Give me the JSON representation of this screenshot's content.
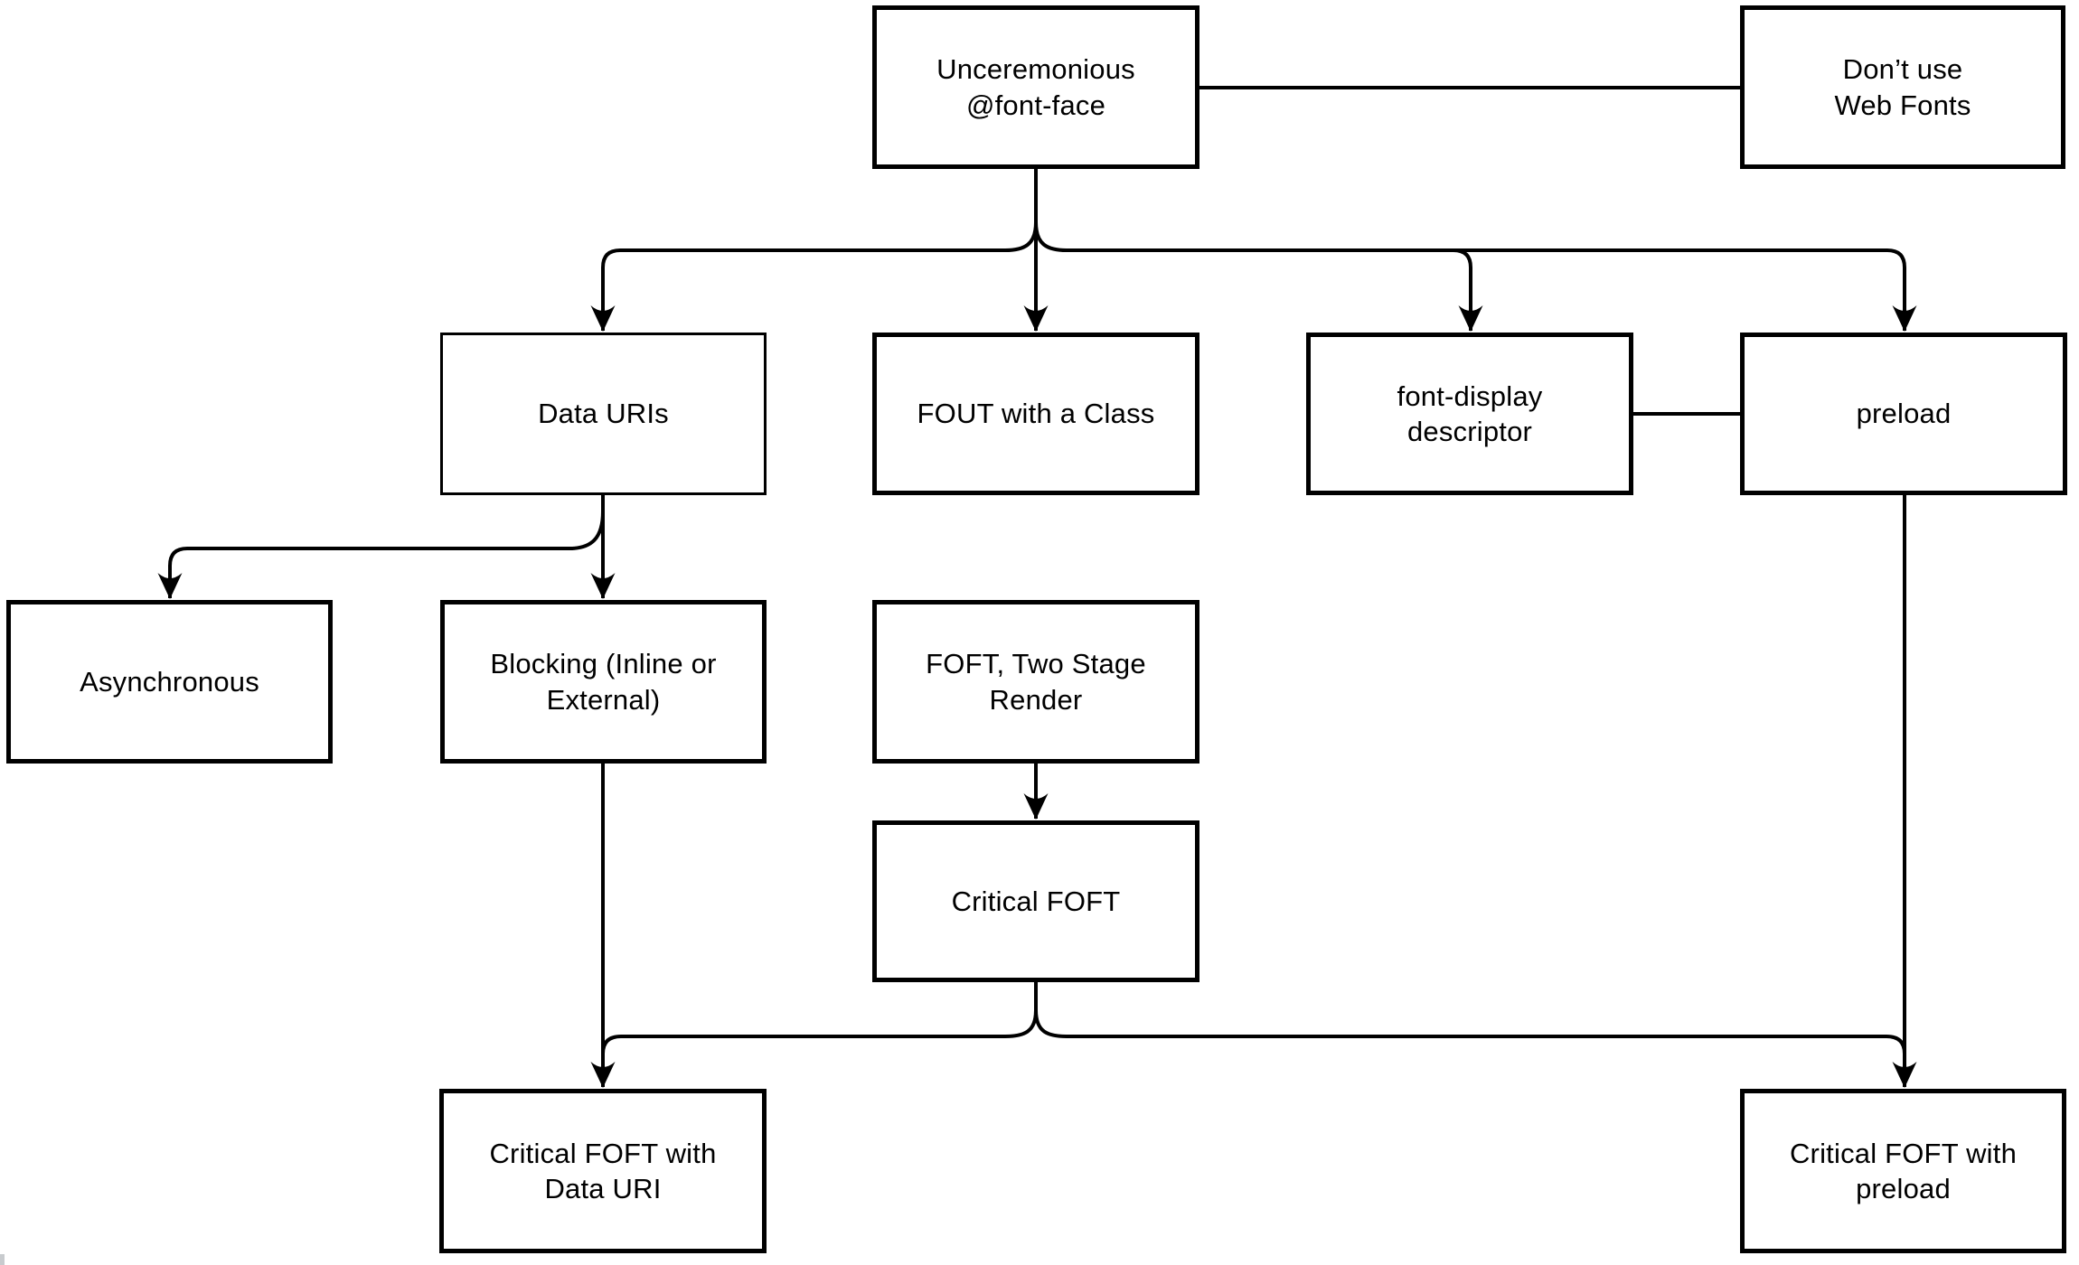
{
  "diagram": {
    "colors": {
      "line": "#000000",
      "box_border": "#000000",
      "box_fill": "#ffffff",
      "text": "#000000",
      "background": "#ffffff"
    },
    "nodes": {
      "unceremonious": {
        "label": "Unceremonious\n@font-face"
      },
      "dont_use_web_fonts": {
        "label": "Don’t use\nWeb Fonts"
      },
      "data_uris": {
        "label": "Data URIs"
      },
      "fout_with_a_class": {
        "label": "FOUT with a Class"
      },
      "font_display_descriptor": {
        "label": "font-display\ndescriptor"
      },
      "preload": {
        "label": "preload"
      },
      "asynchronous": {
        "label": "Asynchronous"
      },
      "blocking_inline_or_external": {
        "label": "Blocking (Inline or\nExternal)"
      },
      "foft_two_stage_render": {
        "label": "FOFT, Two Stage\nRender"
      },
      "critical_foft": {
        "label": "Critical FOFT"
      },
      "critical_foft_with_data_uri": {
        "label": "Critical FOFT with\nData URI"
      },
      "critical_foft_with_preload": {
        "label": "Critical FOFT with\npreload"
      }
    },
    "edges": [
      {
        "from": "unceremonious",
        "to": "dont_use_web_fonts",
        "style": "plain-line"
      },
      {
        "from": "unceremonious",
        "to": "data_uris",
        "style": "arrow"
      },
      {
        "from": "unceremonious",
        "to": "fout_with_a_class",
        "style": "arrow"
      },
      {
        "from": "unceremonious",
        "to": "font_display_descriptor",
        "style": "arrow"
      },
      {
        "from": "unceremonious",
        "to": "preload",
        "style": "arrow"
      },
      {
        "from": "font_display_descriptor",
        "to": "preload",
        "style": "plain-line"
      },
      {
        "from": "data_uris",
        "to": "asynchronous",
        "style": "arrow"
      },
      {
        "from": "data_uris",
        "to": "blocking_inline_or_external",
        "style": "arrow"
      },
      {
        "from": "fout_with_a_class",
        "to": "foft_two_stage_render",
        "style": "arrow"
      },
      {
        "from": "foft_two_stage_render",
        "to": "critical_foft",
        "style": "arrow"
      },
      {
        "from": "critical_foft",
        "to": "critical_foft_with_data_uri",
        "style": "arrow"
      },
      {
        "from": "critical_foft",
        "to": "critical_foft_with_preload",
        "style": "arrow"
      },
      {
        "from": "blocking_inline_or_external",
        "to": "critical_foft_with_data_uri",
        "style": "arrow"
      },
      {
        "from": "preload",
        "to": "critical_foft_with_preload",
        "style": "arrow"
      }
    ]
  }
}
